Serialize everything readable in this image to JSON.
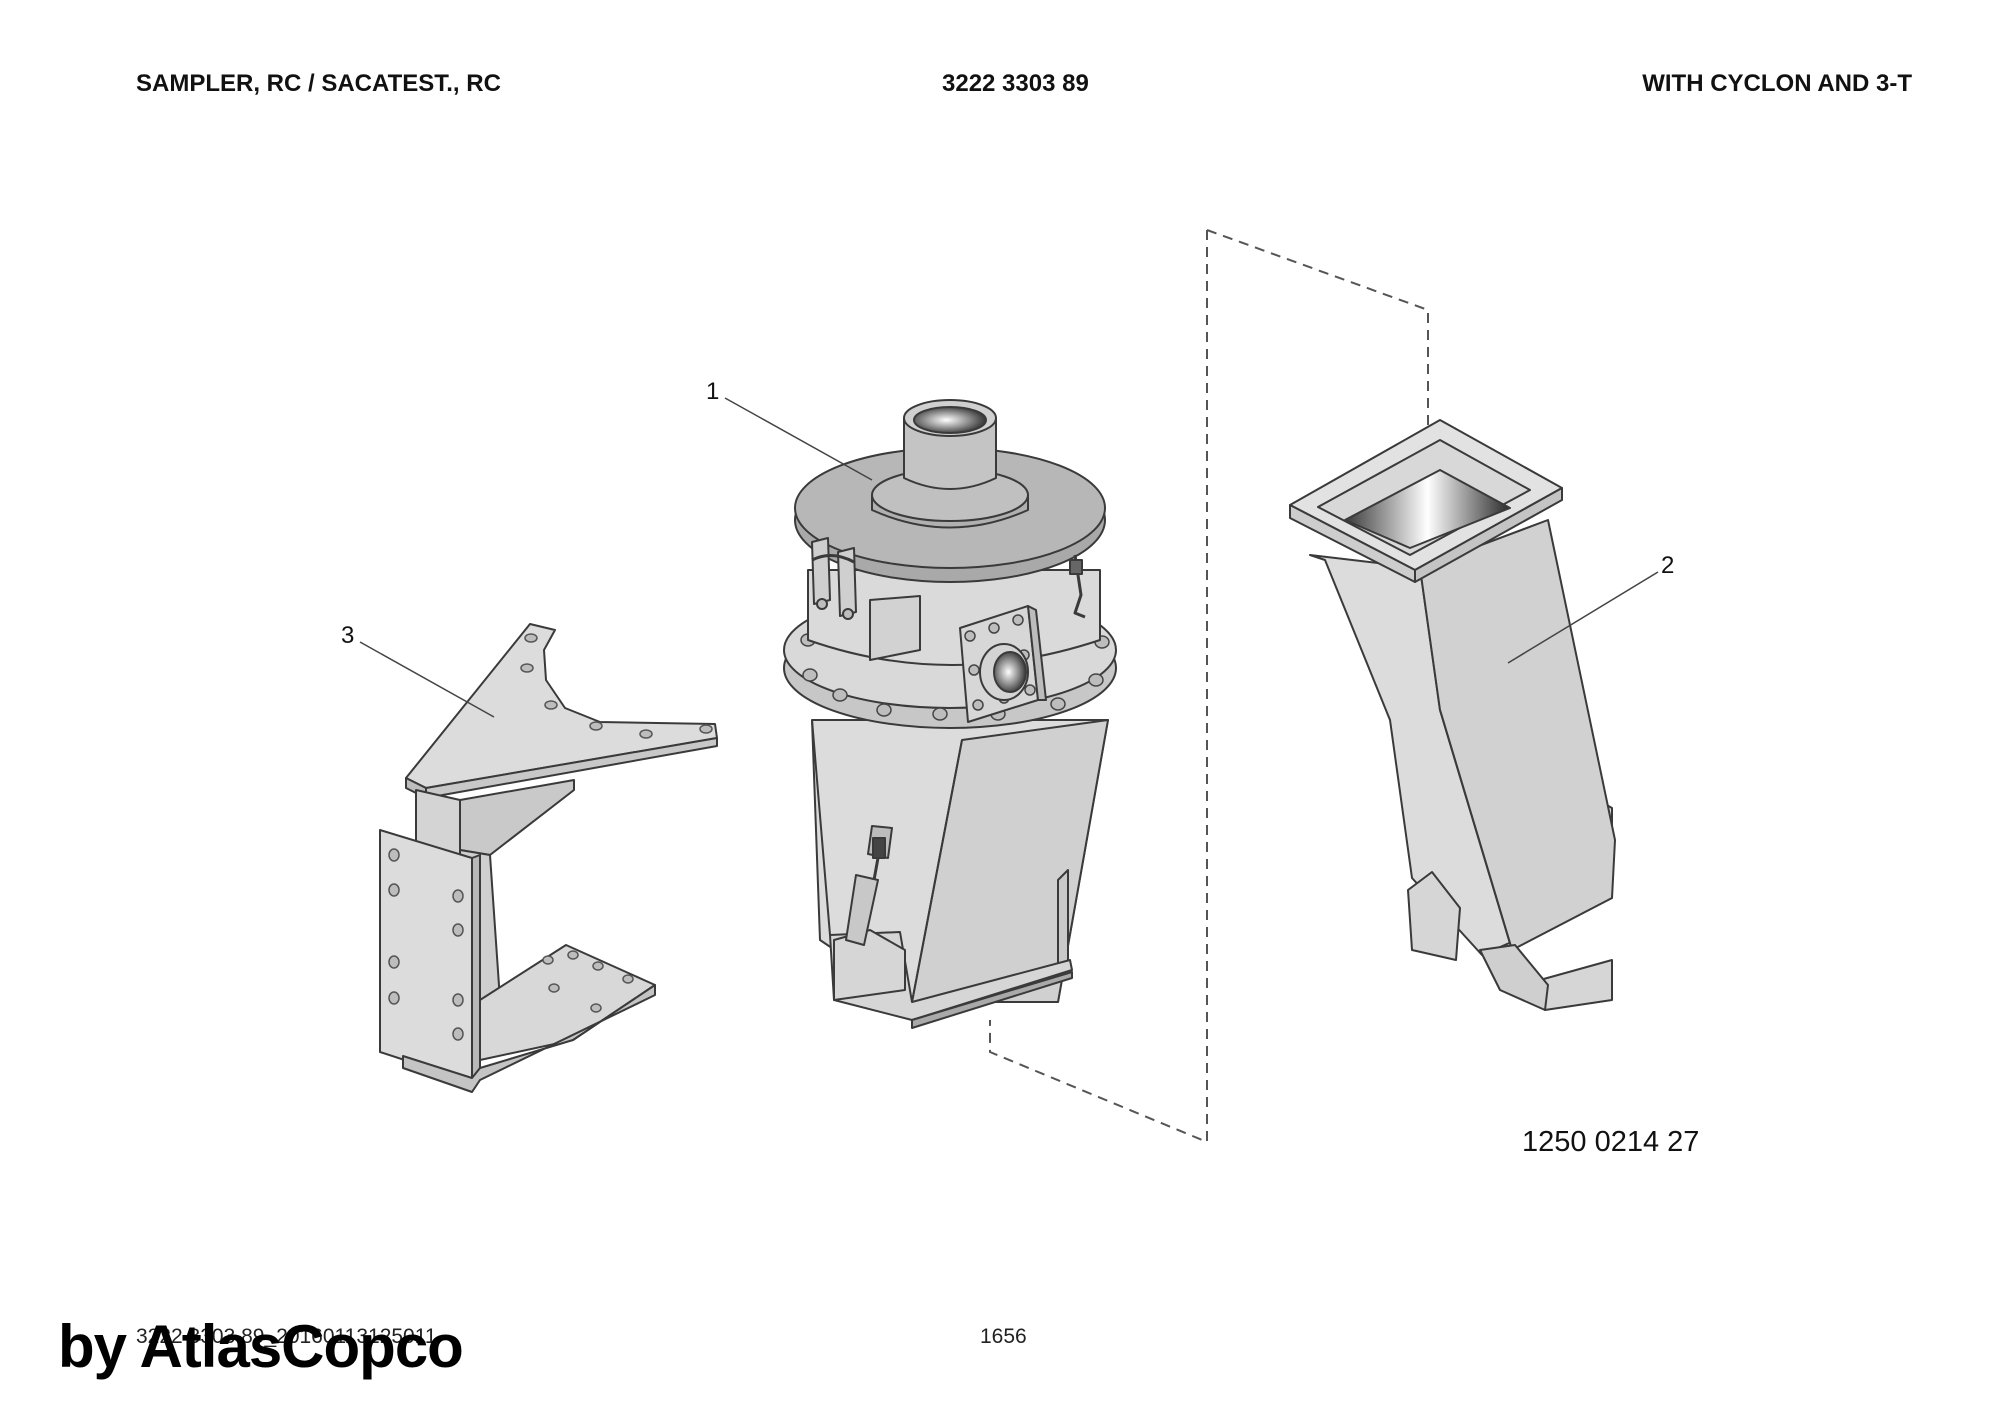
{
  "header": {
    "title": "SAMPLER, RC / SACATEST., RC",
    "doc_number": "3222 3303 89",
    "subtitle": "WITH CYCLON AND 3-T"
  },
  "callouts": {
    "item_1": "1",
    "item_2": "2",
    "item_3": "3"
  },
  "drawing": {
    "part_number": "1250 0214 27"
  },
  "footer": {
    "code": "3222 3303 89_20160113125011",
    "page": "1656"
  },
  "watermark": {
    "text": "by AtlasCopco"
  },
  "colors": {
    "part_fill": "#dcdcdc",
    "lid_fill": "#b7b7b7",
    "outline": "#3a3a3a"
  }
}
